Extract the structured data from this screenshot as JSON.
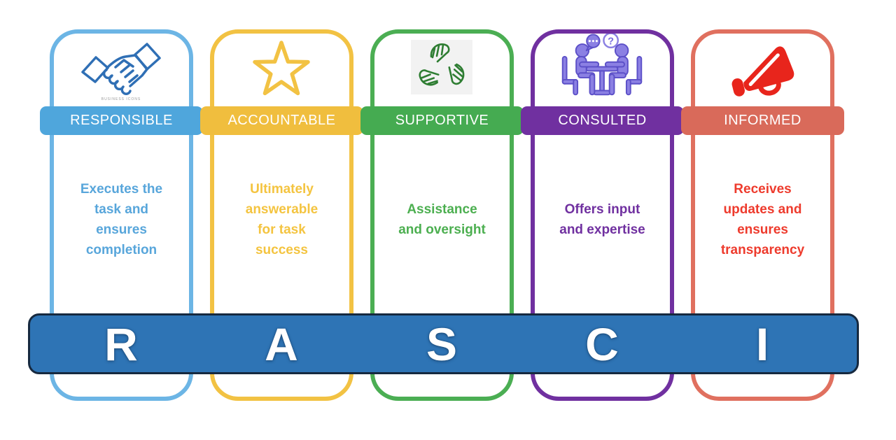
{
  "bar": {
    "letters": [
      "R",
      "A",
      "S",
      "C",
      "I"
    ],
    "fill_color": "#2E74B5",
    "border_color": "#16293F",
    "letter_color": "#FFFFFF"
  },
  "cards": [
    {
      "label": "RESPONSIBLE",
      "description": "Executes the task and ensures completion",
      "desc_lines": [
        "Executes the",
        "task and",
        "ensures",
        "completion"
      ],
      "border_color": "#6CB5E5",
      "banner_color": "#4FA6DC",
      "text_color": "#58A6DB",
      "icon": "handshake-icon",
      "icon_color": "#2F6FB5",
      "watermark": "BUSINESS ICONS"
    },
    {
      "label": "ACCOUNTABLE",
      "description": "Ultimately answerable for task success",
      "desc_lines": [
        "Ultimately",
        "answerable",
        "for task",
        "success"
      ],
      "border_color": "#F2C243",
      "banner_color": "#F0BE3E",
      "text_color": "#F4C440",
      "icon": "star-icon",
      "icon_color": "#F2C243"
    },
    {
      "label": "SUPPORTIVE",
      "description": "Assistance and oversight",
      "desc_lines": [
        "Assistance",
        "and oversight"
      ],
      "border_color": "#4BAE53",
      "banner_color": "#45AB51",
      "text_color": "#4CAF50",
      "icon": "joined-hands-icon",
      "icon_color": "#2E7D32"
    },
    {
      "label": "CONSULTED",
      "description": "Offers input and expertise",
      "desc_lines": [
        "Offers input",
        "and expertise"
      ],
      "border_color": "#7030A0",
      "banner_color": "#7030A0",
      "text_color": "#7030A0",
      "icon": "discussion-icon",
      "icon_color": "#8B80E3",
      "bubble_question": "?"
    },
    {
      "label": "INFORMED",
      "description": "Receives updates and ensures transparency",
      "desc_lines": [
        "Receives",
        "updates and",
        "ensures",
        "transparency"
      ],
      "border_color": "#E0705F",
      "banner_color": "#D96A5A",
      "text_color": "#EE3B2D",
      "icon": "megaphone-icon",
      "icon_color": "#E8251C"
    }
  ]
}
